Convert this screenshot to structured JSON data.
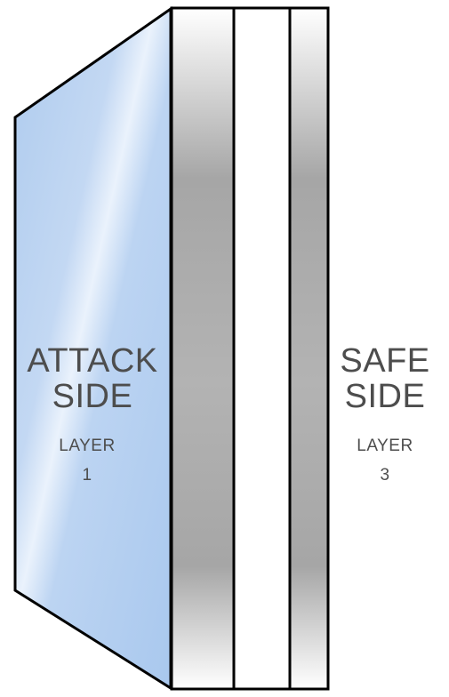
{
  "attack_side": {
    "line1": "ATTACK",
    "line2": "SIDE",
    "layer_label": "LAYER",
    "layer_number": "1"
  },
  "safe_side": {
    "line1": "SAFE",
    "line2": "SIDE",
    "layer_label": "LAYER",
    "layer_number": "3"
  },
  "colors": {
    "glass_face": "#aecbee",
    "glass_highlight": "#eaf2fc",
    "interlayer_dark": "#a6a6a6",
    "interlayer_light": "#ffffff",
    "outline": "#000000",
    "text": "#4d4d4d"
  }
}
